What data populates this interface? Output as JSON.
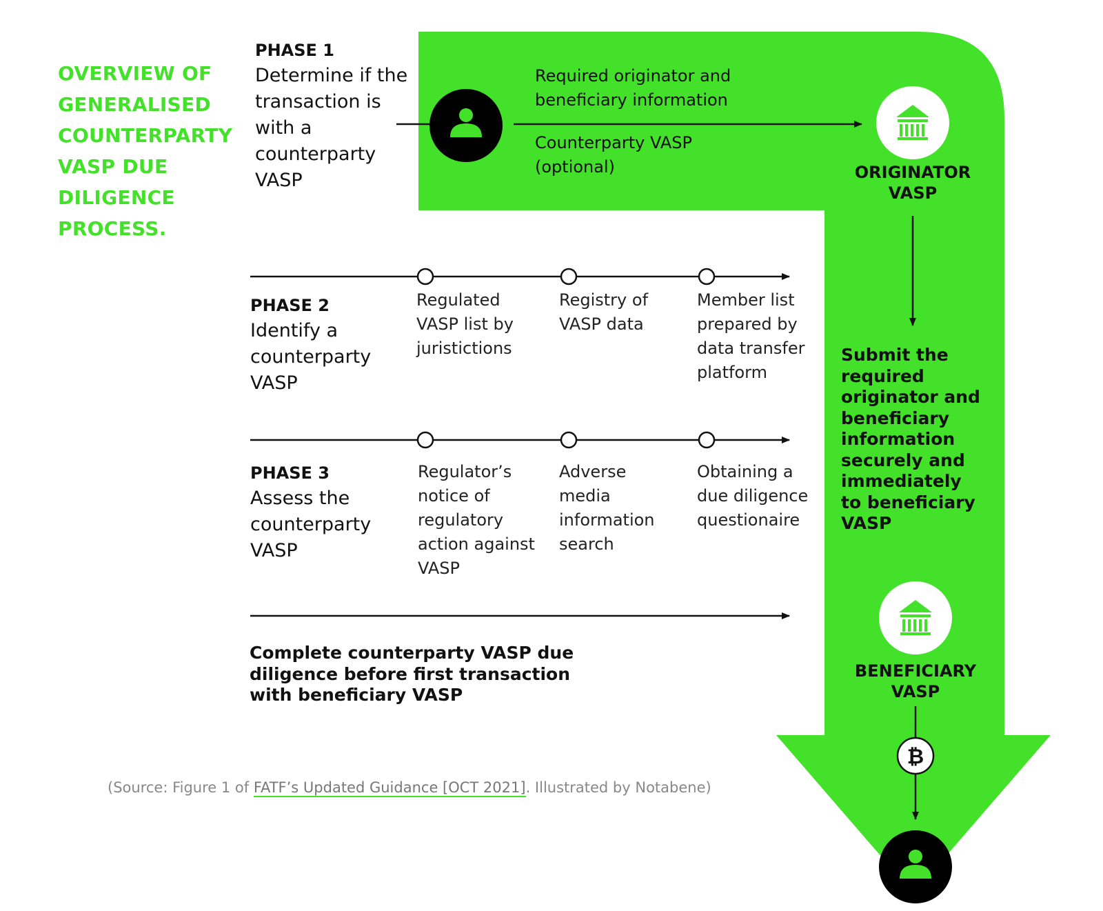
{
  "title": "OVERVIEW OF GENERALISED COUNTERPARTY VASP DUE DILIGENCE PROCESS.",
  "phase1": {
    "label": "PHASE 1",
    "text": "Determine if the transaction is with a counterparty VASP",
    "arrow_top": "Required originator and beneficiary information",
    "arrow_bottom": "Counterparty VASP (optional)"
  },
  "phase2": {
    "label": "PHASE 2",
    "text": "Identify a counterparty VASP",
    "items": [
      "Regulated VASP list by juristictions",
      "Registry of VASP data",
      "Member list prepared by data transfer platform"
    ]
  },
  "phase3": {
    "label": "PHASE 3",
    "text": "Assess the counterparty VASP",
    "items": [
      "Regulator’s notice of regulatory action against VASP",
      "Adverse media information search",
      "Obtaining a due diligence questionaire"
    ]
  },
  "originator_vasp": "ORIGINATOR VASP",
  "beneficiary_vasp": "BENEFICIARY VASP",
  "submit_text": "Submit the required originator and beneficiary information securely and immediately to beneficiary VASP",
  "complete_text": "Complete counterparty VASP due diligence before first transaction with beneficiary VASP",
  "source": {
    "prefix": "(Source: Figure 1 of ",
    "link": "FATF’s Updated Guidance [OCT 2021]",
    "suffix": ". Illustrated by Notabene)"
  },
  "icons": {
    "person": "person-icon",
    "bank": "bank-icon",
    "bitcoin": "bitcoin-icon"
  },
  "colors": {
    "green": "#44e12a",
    "black": "#000000"
  }
}
